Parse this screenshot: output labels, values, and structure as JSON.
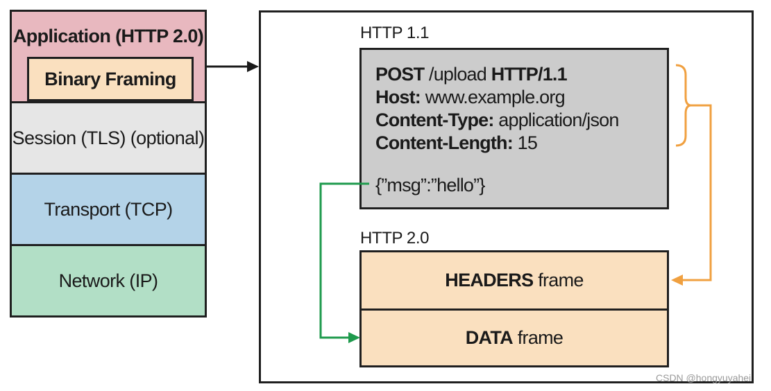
{
  "stack": {
    "application": "Application (HTTP 2.0)",
    "binary_framing": "Binary Framing",
    "session": "Session (TLS) (optional)",
    "transport": "Transport (TCP)",
    "network": "Network (IP)"
  },
  "http11": {
    "label": "HTTP 1.1",
    "request_line": {
      "method": "POST",
      "path": " /upload ",
      "version": "HTTP/1.1"
    },
    "host": {
      "name": "Host:",
      "value": " www.example.org"
    },
    "content_type": {
      "name": "Content-Type:",
      "value": " application/json"
    },
    "content_length": {
      "name": "Content-Length:",
      "value": " 15"
    },
    "body": "{”msg”:”hello”}"
  },
  "http2": {
    "label": "HTTP 2.0",
    "headers_frame": {
      "bold": "HEADERS",
      "rest": " frame"
    },
    "data_frame": {
      "bold": "DATA",
      "rest": " frame"
    }
  },
  "colors": {
    "application": "#e8b8bf",
    "binary_framing": "#fae0bf",
    "session": "#e6e6e6",
    "transport": "#b4d3e8",
    "network": "#b2dfc6",
    "http11_box": "#cccccc",
    "frames": "#fae0bf",
    "headers_connector": "#f0a040",
    "body_connector": "#1e9a4c"
  },
  "watermark": "CSDN @hongyuyahei"
}
